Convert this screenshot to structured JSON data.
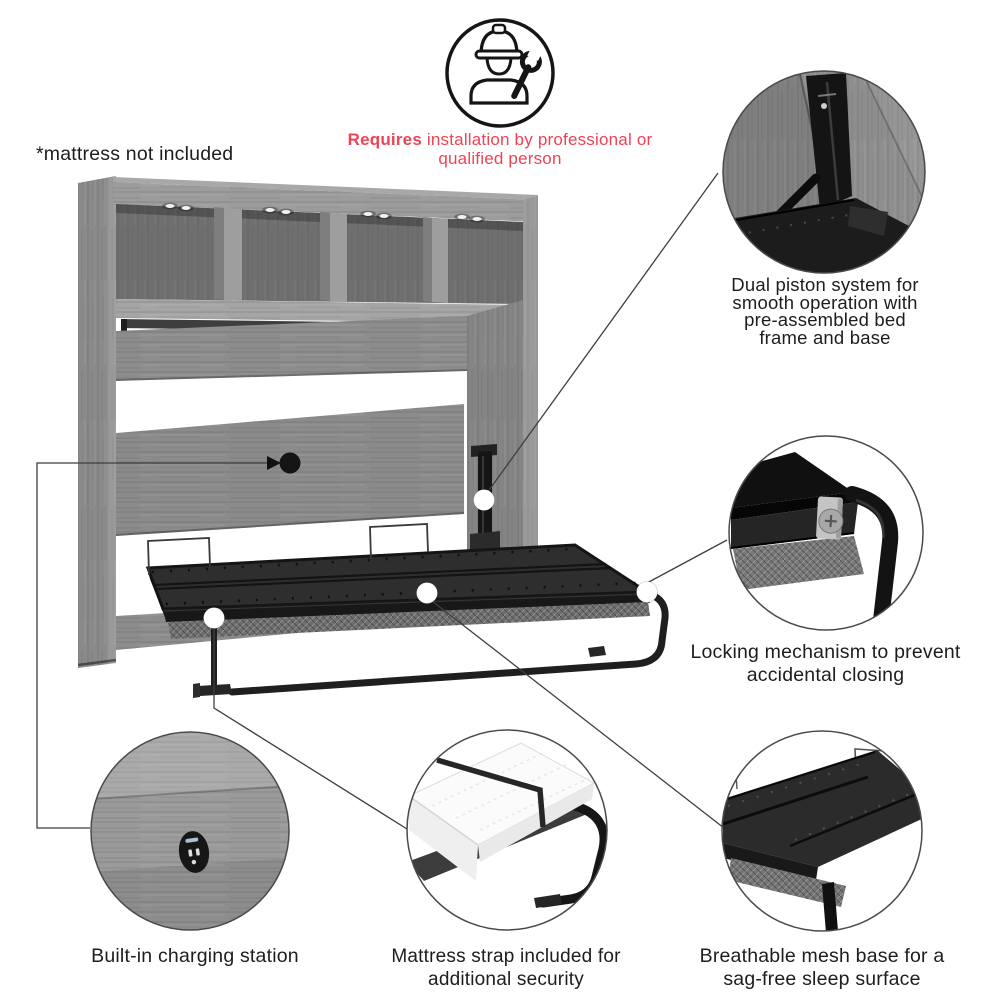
{
  "page": {
    "background": "#ffffff"
  },
  "colors": {
    "accent": "#ee4355",
    "text": "#1d1d1d",
    "line": "#3f3f3f",
    "wood": "#8f8f8f",
    "wood_dark": "#6f6f6f",
    "metal": "#1a1a1a",
    "mesh": "#2e2e2e"
  },
  "note": "*mattress not included",
  "installation_notice": {
    "icon": "installer-wrench-icon",
    "bold": "Requires",
    "line1_rest": " installation by",
    "line2": "professional or qualified person"
  },
  "callouts": [
    {
      "id": "dual-piston",
      "lines": [
        "Dual piston system for",
        "smooth operation with",
        "pre-assembled bed",
        "frame and base"
      ]
    },
    {
      "id": "locking-mechanism",
      "lines": [
        "Locking mechanism to prevent",
        "accidental closing"
      ]
    },
    {
      "id": "charging-station",
      "lines": [
        "Built-in charging station"
      ]
    },
    {
      "id": "mattress-strap",
      "lines": [
        "Mattress strap included for",
        "additional security"
      ]
    },
    {
      "id": "mesh-base",
      "lines": [
        "Breathable mesh base for a",
        "sag-free sleep surface"
      ]
    }
  ]
}
